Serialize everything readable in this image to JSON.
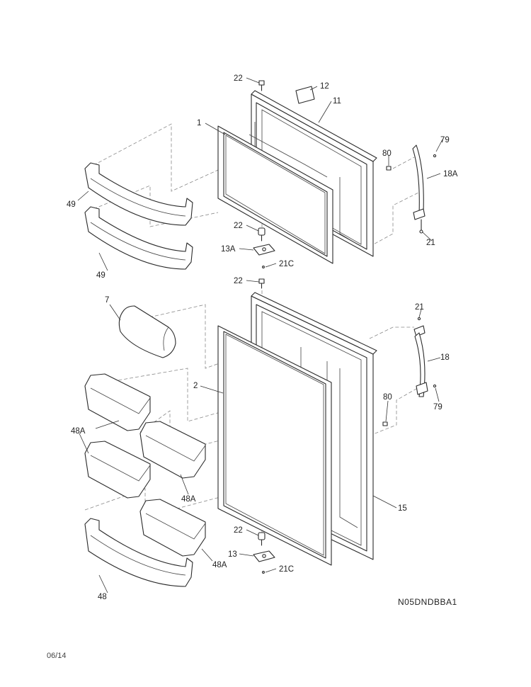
{
  "diagram_code": "N05DNDBBA1",
  "date": "06/14",
  "callouts": {
    "c22a": "22",
    "c12": "12",
    "c11": "11",
    "c1": "1",
    "c79a": "79",
    "c80a": "80",
    "c18A": "18A",
    "c49a": "49",
    "c49b": "49",
    "c22b": "22",
    "c13A": "13A",
    "c21a": "21",
    "c21Ca": "21C",
    "c22c": "22",
    "c7": "7",
    "c21b": "21",
    "c18": "18",
    "c2": "2",
    "c80b": "80",
    "c79b": "79",
    "c48Aa": "48A",
    "c48Ab": "48A",
    "c15": "15",
    "c22d": "22",
    "c48Ac": "48A",
    "c13": "13",
    "c21Cb": "21C",
    "c48": "48"
  }
}
